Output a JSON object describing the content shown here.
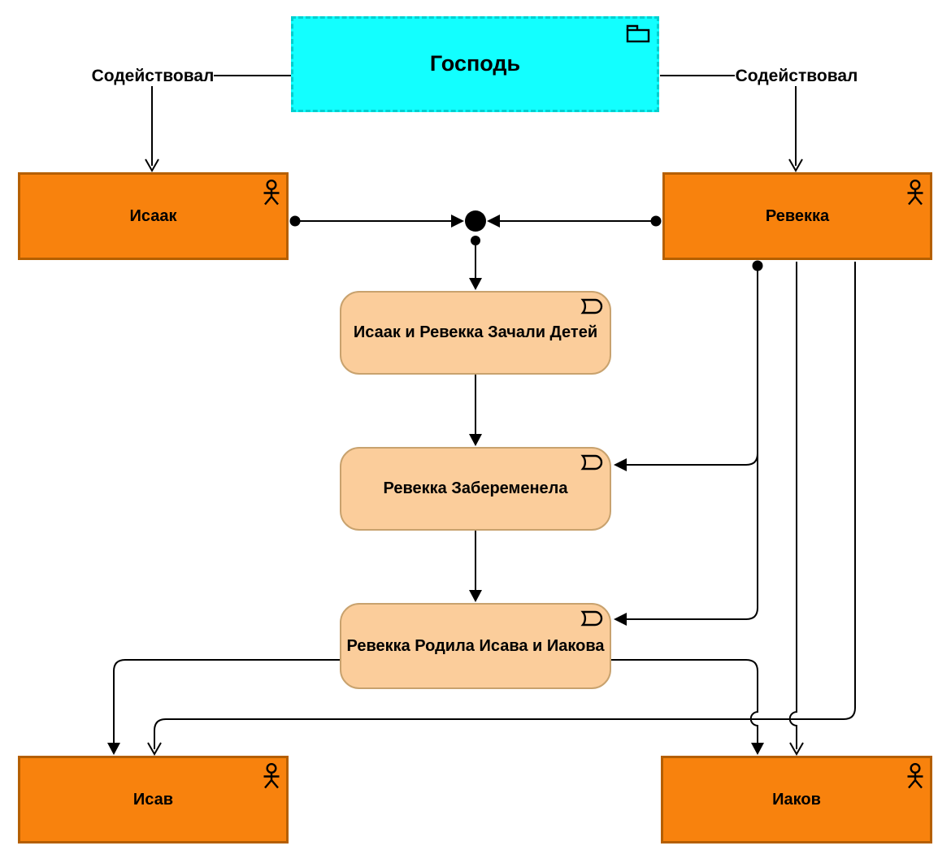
{
  "colors": {
    "actor_fill": "#F8820D",
    "actor_border": "#B55F00",
    "event_fill": "#FBCD9B",
    "event_border": "#C8A26E",
    "grouping_fill": "#12FFFF",
    "grouping_border": "#00CFCF",
    "connector": "#000000",
    "background": "#FFFFFF"
  },
  "nodes": {
    "lord": {
      "label": "Господь",
      "type": "grouping",
      "icon": "folder-icon"
    },
    "isaac": {
      "label": "Исаак",
      "type": "business-actor",
      "icon": "actor-icon"
    },
    "rebecca": {
      "label": "Ревекка",
      "type": "business-actor",
      "icon": "actor-icon"
    },
    "esau": {
      "label": "Исав",
      "type": "business-actor",
      "icon": "actor-icon"
    },
    "jacob": {
      "label": "Иаков",
      "type": "business-actor",
      "icon": "actor-icon"
    },
    "event_conceived": {
      "label": "Исаак и Ревекка Зачали Детей",
      "type": "business-event",
      "icon": "event-icon"
    },
    "event_pregnant": {
      "label": "Ревекка Забеременела",
      "type": "business-event",
      "icon": "event-icon"
    },
    "event_birth": {
      "label": "Ревекка  Родила Исава и Иакова",
      "type": "business-event",
      "icon": "event-icon"
    }
  },
  "edges": {
    "assisted_left": {
      "label": "Содействовал"
    },
    "assisted_right": {
      "label": "Содействовал"
    }
  },
  "connections": [
    {
      "from": "Господь",
      "to": "Исаак",
      "label": "Содействовал",
      "arrow": "open"
    },
    {
      "from": "Господь",
      "to": "Ревекка",
      "label": "Содействовал",
      "arrow": "open"
    },
    {
      "from": "Исаак",
      "to": "junction",
      "arrow": "filled",
      "source_marker": "dot"
    },
    {
      "from": "Ревекка",
      "to": "junction",
      "arrow": "filled",
      "source_marker": "dot"
    },
    {
      "from": "junction",
      "to": "Исаак и Ревекка Зачали Детей",
      "arrow": "filled",
      "source_marker": "dot"
    },
    {
      "from": "Исаак и Ревекка Зачали Детей",
      "to": "Ревекка Забеременела",
      "arrow": "filled"
    },
    {
      "from": "Ревекка Забеременела",
      "to": "Ревекка  Родила Исава и Иакова",
      "arrow": "filled"
    },
    {
      "from": "Ревекка",
      "to": "Ревекка Забеременела",
      "arrow": "filled",
      "source_marker": "dot"
    },
    {
      "from": "Ревекка",
      "to": "Ревекка  Родила Исава и Иакова",
      "arrow": "filled",
      "source_marker": "dot"
    },
    {
      "from": "Ревекка",
      "to": "Иаков",
      "arrow": "open"
    },
    {
      "from": "Ревекка",
      "to": "Исав",
      "arrow": "open"
    },
    {
      "from": "Ревекка  Родила Исава и Иакова",
      "to": "Исав",
      "arrow": "filled"
    },
    {
      "from": "Ревекка  Родила Исава и Иакова",
      "to": "Иаков",
      "arrow": "filled"
    }
  ]
}
